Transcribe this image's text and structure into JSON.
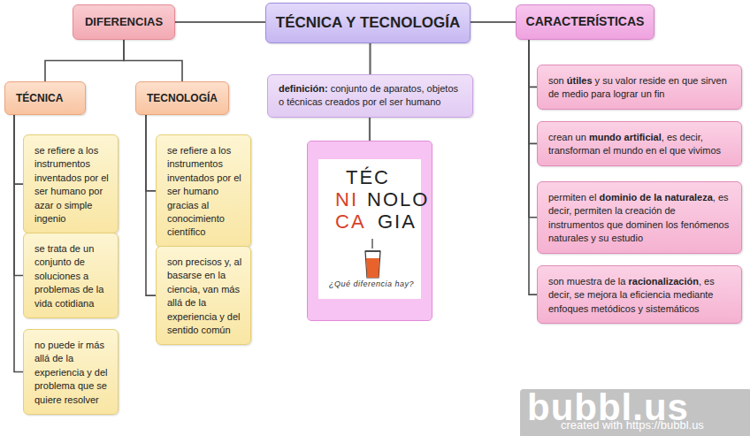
{
  "diagram": {
    "nodes": [
      {
        "text": [
          "TÉCNICA Y TECNOLOGÍA"
        ]
      },
      {
        "text": [
          "DIFERENCIAS"
        ]
      },
      {
        "text": [
          "CARACTERÍSTICAS"
        ]
      },
      {
        "text": [
          "TÉCNICA"
        ]
      },
      {
        "text": [
          "TECNOLOGÍA"
        ]
      },
      {
        "text": [
          "definición:",
          "conjunto de aparatos, objetos o técnicas creados por el ser humano"
        ]
      },
      {
        "text": []
      },
      {
        "text": [
          "se refiere a los instrumentos inventados por el ser humano por azar o simple ingenio"
        ]
      },
      {
        "text": [
          "se trata de un conjunto de soluciones a problemas de la vida cotidiana"
        ]
      },
      {
        "text": [
          "no puede ir más allá de la experiencia y del problema que se quiere resolver"
        ]
      },
      {
        "text": [
          "se refiere a los instrumentos inventados por el ser humano gracias al conocimiento científico"
        ]
      },
      {
        "text": [
          "son precisos y, al basarse en la ciencia, van más allá de la experiencia y del sentido común"
        ]
      },
      {
        "text": [
          "son",
          "útiles",
          "y su valor reside en que sirven de medio para lograr un fin"
        ]
      },
      {
        "text": [
          "crean un",
          "mundo artificial",
          ", es decir, transforman el mundo en el que vivimos"
        ]
      },
      {
        "text": [
          "permiten el",
          "dominio de la naturaleza",
          ", es decir, permiten la creación de instrumentos que dominen los fenómenos naturales y su estudio"
        ]
      },
      {
        "text": [
          "son muestra de la",
          "racionalización",
          ", es decir, se mejora la eficiencia mediante enfoques metódicos y sistemáticos"
        ]
      }
    ],
    "edges": [
      {
        "from": 0,
        "to": 1,
        "arrow": "none"
      },
      {
        "from": 0,
        "to": 2,
        "arrow": "none"
      },
      {
        "from": 0,
        "to": 5,
        "arrow": "none"
      },
      {
        "from": 5,
        "to": 6,
        "arrow": "none"
      },
      {
        "from": 1,
        "to": 3,
        "arrow": "none"
      },
      {
        "from": 1,
        "to": 4,
        "arrow": "none"
      },
      {
        "from": 3,
        "to": 7,
        "arrow": "none"
      },
      {
        "from": 3,
        "to": 8,
        "arrow": "none"
      },
      {
        "from": 3,
        "to": 9,
        "arrow": "none"
      },
      {
        "from": 4,
        "to": 10,
        "arrow": "none"
      },
      {
        "from": 4,
        "to": 11,
        "arrow": "none"
      },
      {
        "from": 2,
        "to": 12,
        "arrow": "none"
      },
      {
        "from": 2,
        "to": 13,
        "arrow": "none"
      },
      {
        "from": 2,
        "to": 14,
        "arrow": "none"
      },
      {
        "from": 2,
        "to": 15,
        "arrow": "none"
      }
    ],
    "labels": [
      "TÉC",
      "NI",
      "NOLO",
      "CA",
      "GIA",
      "¿Qué diferencia hay?",
      "bubbl.us",
      "created with https://bubbl.us"
    ]
  }
}
